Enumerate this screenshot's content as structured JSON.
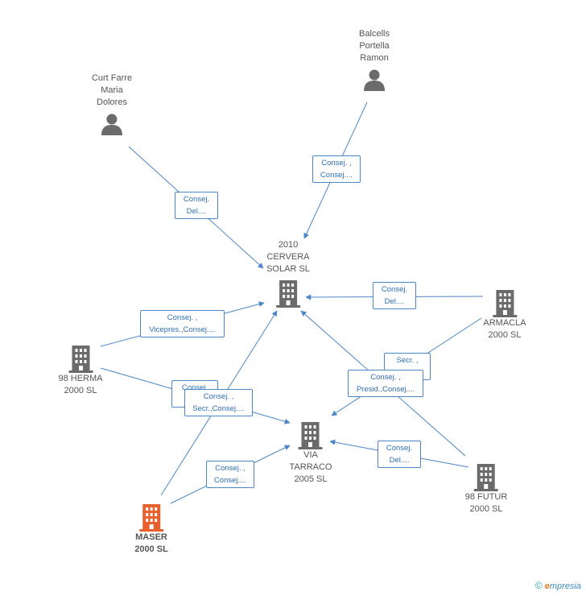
{
  "nodes": [
    {
      "id": "curt",
      "type": "person",
      "label": "Curt Farre\nMaria\nDolores"
    },
    {
      "id": "balcells",
      "type": "person",
      "label": "Balcells\nPortella\nRamon"
    },
    {
      "id": "cervera",
      "type": "company",
      "label": "2010\nCERVERA\nSOLAR SL"
    },
    {
      "id": "armacla",
      "type": "company",
      "label": "ARMACLA\n2000 SL"
    },
    {
      "id": "herma",
      "type": "company",
      "label": "98 HERMA\n2000 SL"
    },
    {
      "id": "tarraco",
      "type": "company",
      "label": "VIA\nTARRACO\n2005 SL"
    },
    {
      "id": "futur",
      "type": "company",
      "label": "98 FUTUR\n2000 SL"
    },
    {
      "id": "maser",
      "type": "company-main",
      "label": "MASER\n2000 SL"
    }
  ],
  "edges": [
    {
      "id": "e1",
      "label": "Consej.\nDel...."
    },
    {
      "id": "e2",
      "label": "Consej. ,\nConsej...."
    },
    {
      "id": "e3",
      "label": "Consej.\nDel...."
    },
    {
      "id": "e4",
      "label": "Consej. ,\nVicepres.,Consej...."
    },
    {
      "id": "e5",
      "label": "Consej.\nC"
    },
    {
      "id": "e6",
      "label": "Consej. ,\nSecr.,Consej...."
    },
    {
      "id": "e7",
      "label": "Secr. ,"
    },
    {
      "id": "e8",
      "label": "Consej. ,\nPresid.,Consej...."
    },
    {
      "id": "e9",
      "label": "Consej.\nDel...."
    },
    {
      "id": "e10",
      "label": "Consej. ,\nConsej...."
    }
  ],
  "footer": {
    "copyright": "©",
    "brand_e": "e",
    "brand_rest": "mpresia"
  },
  "colors": {
    "edge": "#4a86c8",
    "icon": "#6b6b6b",
    "main": "#e8612c"
  }
}
